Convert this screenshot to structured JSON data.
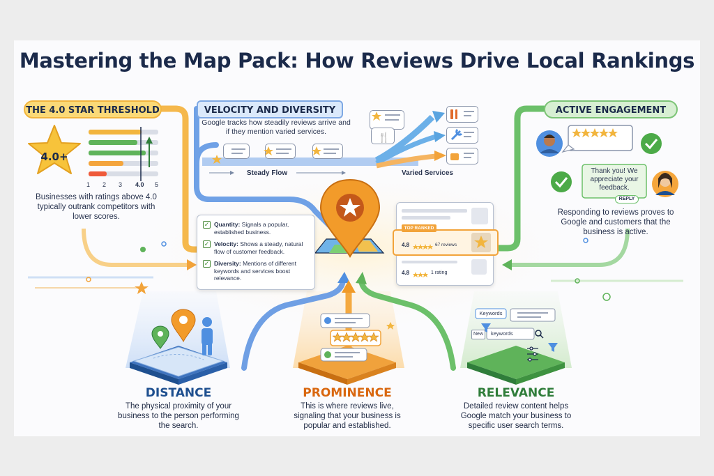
{
  "title": "Mastering the Map Pack: How Reviews Drive Local Rankings",
  "threshold": {
    "pill": "THE 4.0 STAR THRESHOLD",
    "star_label": "4.0+",
    "axis_ticks": [
      "1",
      "2",
      "3",
      "4.0",
      "5"
    ],
    "caption": "Businesses with ratings above 4.0 typically outrank competitors with lower scores."
  },
  "velocity": {
    "pill": "VELOCITY AND DIVERSITY",
    "caption": "Google tracks how steadily reviews arrive and if they mention varied services.",
    "steady_label": "Steady Flow",
    "varied_label": "Varied Services"
  },
  "engagement": {
    "pill": "ACTIVE ENGAGEMENT",
    "reply_text": "Thank you! We appreciate your feedback.",
    "reply_tag": "REPLY",
    "caption": "Responding to reviews proves to Google and customers that the business is active."
  },
  "signals": [
    {
      "label": "Quantity:",
      "text": "Signals a popular, established business."
    },
    {
      "label": "Velocity:",
      "text": "Shows a steady, natural flow of customer feedback."
    },
    {
      "label": "Diversity:",
      "text": "Mentions of different keywords and services boost relevance."
    }
  ],
  "ranking": {
    "top_tag": "TOP RANKED",
    "top_score": "4.8",
    "top_reviews": "67 reviews",
    "low_score": "4.8",
    "low_reviews": "1 rating"
  },
  "relevance_widget": {
    "keywords_tag": "Keywords",
    "search_prefix": "New",
    "search_value": "keywords"
  },
  "pillars": [
    {
      "title": "DISTANCE",
      "text": "The physical proximity of your business to the person performing the search.",
      "color": "#1e4f8f"
    },
    {
      "title": "PROMINENCE",
      "text": "This is where reviews live, signaling that your business is popular and established.",
      "color": "#d9670f"
    },
    {
      "title": "RELEVANCE",
      "text": "Detailed review content helps Google match your business to specific user search terms.",
      "color": "#2f7d3a"
    }
  ],
  "colors": {
    "orange": "#f2a33a",
    "blue": "#4f8fe0",
    "green": "#5fb35a",
    "navy": "#1b2a4a"
  }
}
